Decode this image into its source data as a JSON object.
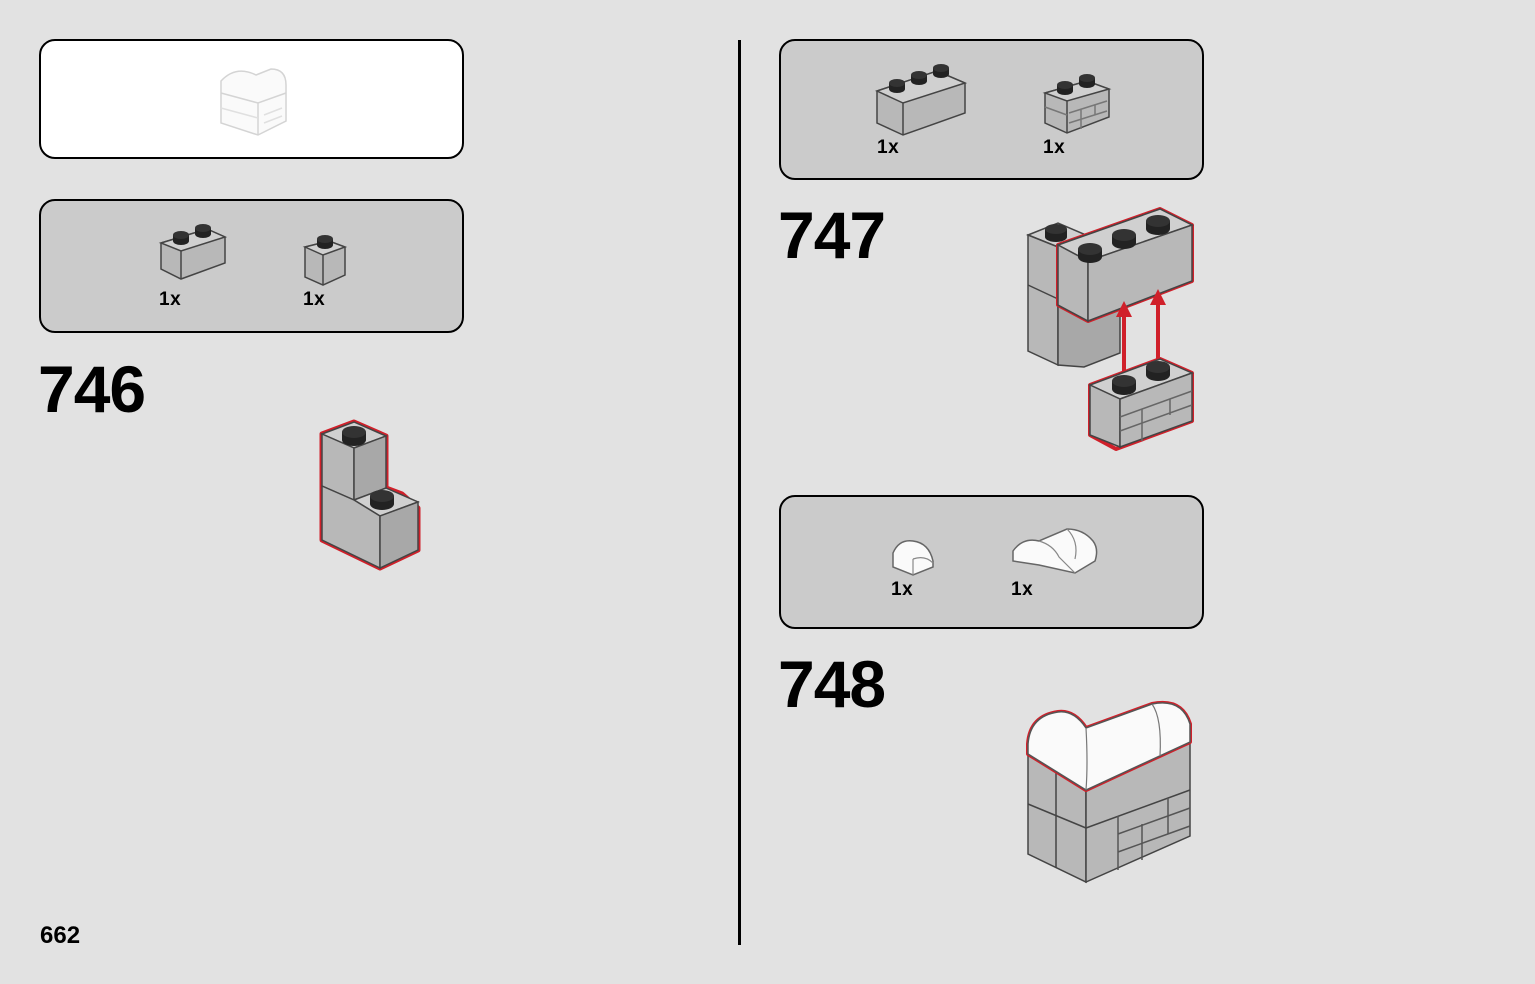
{
  "page": {
    "number": "662"
  },
  "colors": {
    "background": "#e2e2e2",
    "panel": "#cbcbcb",
    "brick": "#b8b8b8",
    "highlight": "#d0202a"
  },
  "left": {
    "preview_icon": "white-curved-corner-preview",
    "parts_panel": {
      "items": [
        {
          "icon": "brick-1x2-gray",
          "qty": "1x"
        },
        {
          "icon": "brick-1x1-gray",
          "qty": "1x"
        }
      ]
    },
    "step": {
      "number": "746",
      "illustration": "l-shaped-brick-assembly"
    }
  },
  "right": {
    "step747": {
      "parts": [
        {
          "icon": "brick-1x3-gray",
          "qty": "1x"
        },
        {
          "icon": "masonry-brick-1x2-gray",
          "qty": "1x"
        }
      ],
      "number": "747",
      "illustration": "brick-placement-with-arrows"
    },
    "step748": {
      "parts": [
        {
          "icon": "curved-slope-white",
          "qty": "1x"
        },
        {
          "icon": "curved-corner-white",
          "qty": "1x"
        }
      ],
      "number": "748",
      "illustration": "completed-corner-assembly"
    }
  }
}
